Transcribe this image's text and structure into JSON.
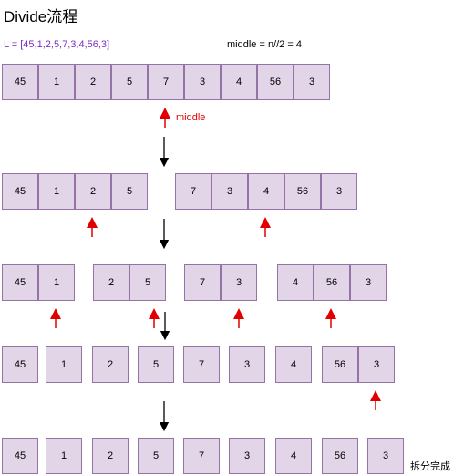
{
  "title": "Divide流程",
  "list_label": "L = [45,1,2,5,7,3,4,56,3]",
  "middle_formula": "middle = n//2 = 4",
  "middle_label": "middle",
  "done_label": "拆分完成",
  "colors": {
    "cell_fill": "#e1d5e7",
    "cell_border": "#9673a6",
    "list_text": "#7b2cbf",
    "pointer_arrow": "#e00000",
    "flow_arrow": "#000000"
  },
  "stages": [
    {
      "groups": [
        [
          "45",
          "1",
          "2",
          "5",
          "7",
          "3",
          "4",
          "56",
          "3"
        ]
      ]
    },
    {
      "groups": [
        [
          "45",
          "1",
          "2",
          "5"
        ],
        [
          "7",
          "3",
          "4",
          "56",
          "3"
        ]
      ]
    },
    {
      "groups": [
        [
          "45",
          "1"
        ],
        [
          "2",
          "5"
        ],
        [
          "7",
          "3"
        ],
        [
          "4",
          "56",
          "3"
        ]
      ]
    },
    {
      "groups": [
        [
          "45"
        ],
        [
          "1"
        ],
        [
          "2"
        ],
        [
          "5"
        ],
        [
          "7"
        ],
        [
          "3"
        ],
        [
          "4"
        ],
        [
          "56",
          "3"
        ]
      ]
    },
    {
      "groups": [
        [
          "45"
        ],
        [
          "1"
        ],
        [
          "2"
        ],
        [
          "5"
        ],
        [
          "7"
        ],
        [
          "3"
        ],
        [
          "4"
        ],
        [
          "56"
        ],
        [
          "3"
        ]
      ]
    }
  ]
}
